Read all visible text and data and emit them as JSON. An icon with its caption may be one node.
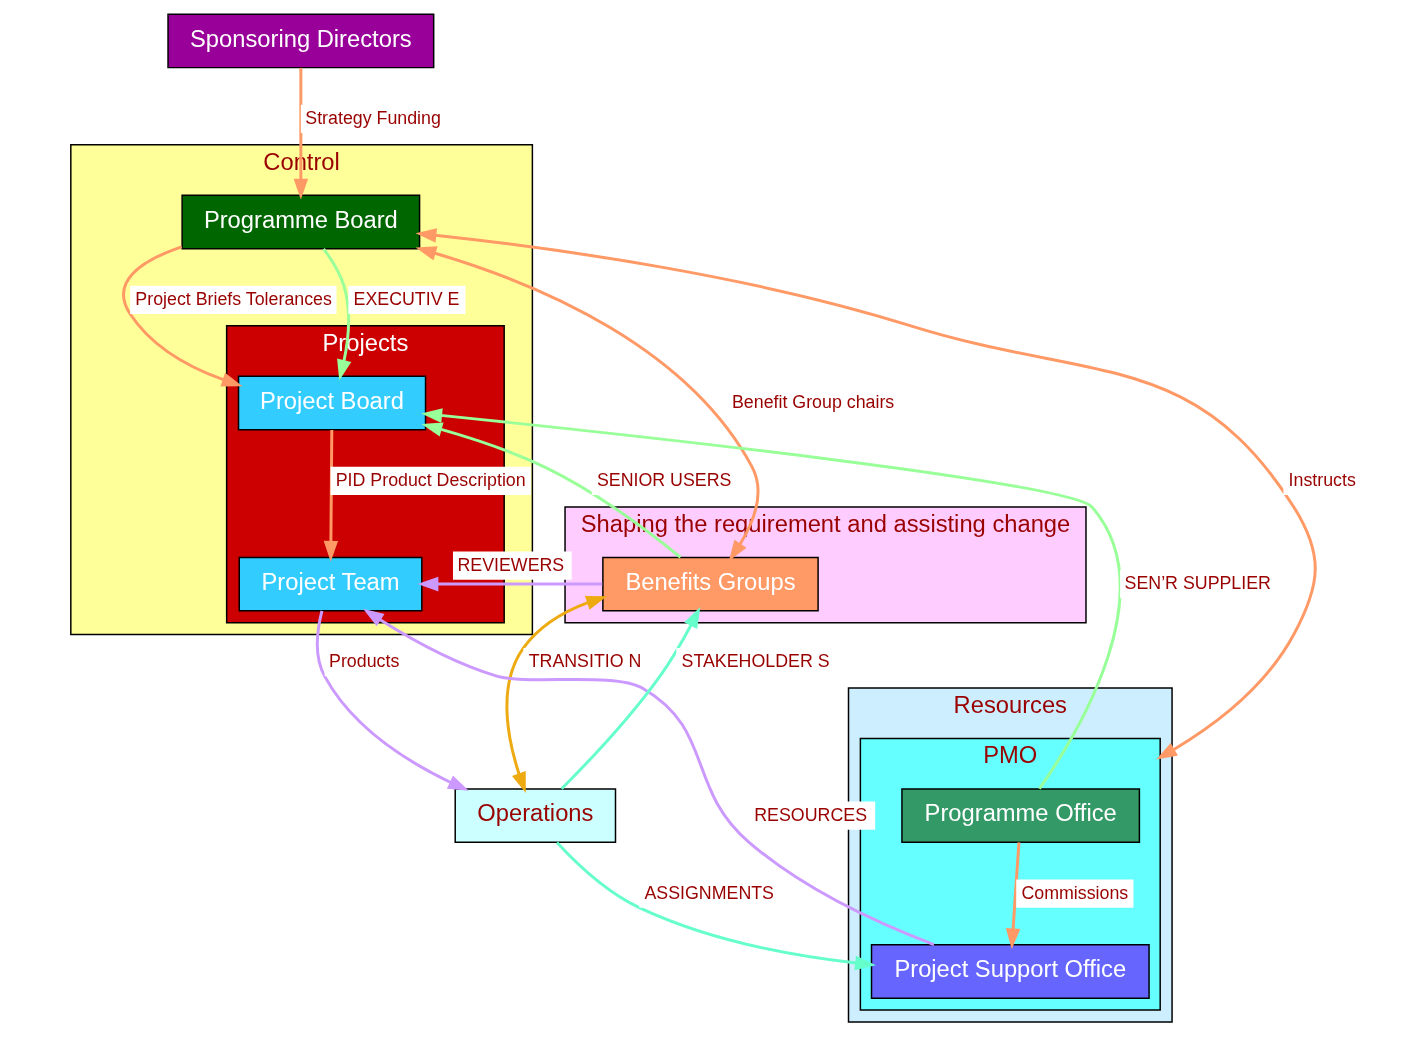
{
  "diagram": {
    "nodes": [
      {
        "text": [
          "Sponsoring Directors"
        ]
      },
      {
        "text": [
          "Shaping the requirement and assisting change"
        ]
      },
      {
        "text": [
          "Control"
        ]
      },
      {
        "text": [
          "Resources"
        ]
      },
      {
        "text": [
          "Benefits Groups"
        ],
        "in": 1
      },
      {
        "text": [
          "Programme Board"
        ],
        "in": 2
      },
      {
        "text": [
          "Projects"
        ],
        "in": 2
      },
      {
        "text": [
          "Project Board"
        ],
        "in": 6
      },
      {
        "text": [
          "Project Team"
        ],
        "in": 6
      },
      {
        "text": [
          "PMO"
        ],
        "in": 3
      },
      {
        "text": [
          "Programme Office"
        ],
        "in": 9
      },
      {
        "text": [
          "Project Support Office"
        ],
        "in": 9
      },
      {
        "text": [
          "Operations"
        ]
      }
    ],
    "edges": [
      {
        "from": 0,
        "to": 5,
        "arrow": "to",
        "label": "Strategy Funding"
      },
      {
        "from": 5,
        "to": 4,
        "arrow": "both",
        "label": "Benefit Group chairs"
      },
      {
        "from": 5,
        "to": 9,
        "arrow": "both",
        "label": "Instructs"
      },
      {
        "from": 5,
        "to": 7,
        "arrow": "to",
        "label": "Project Briefs Tolerances"
      },
      {
        "from": 5,
        "to": 7,
        "arrow": "to",
        "label": "EXECUTIV E",
        "color": "#99ff99"
      },
      {
        "from": 4,
        "to": 7,
        "arrow": "to",
        "label": "SENIOR USERS",
        "color": "#99ff99"
      },
      {
        "from": 10,
        "to": 7,
        "arrow": "to",
        "label": "SEN’R SUPPLIER",
        "color": "#99ff99"
      },
      {
        "from": 7,
        "to": 8,
        "arrow": "to",
        "label": "PID Product Description"
      },
      {
        "from": 4,
        "to": 8,
        "arrow": "to",
        "label": "REVIEWERS",
        "color": "#cc99ff"
      },
      {
        "from": 11,
        "to": 8,
        "arrow": "to",
        "label": "RESOURCES",
        "color": "#cc99ff"
      },
      {
        "from": 8,
        "to": 12,
        "arrow": "to",
        "label": "Products",
        "color": "#cc99ff"
      },
      {
        "from": 12,
        "to": 4,
        "arrow": "to",
        "label": "STAKEHOLDER S",
        "color": "#66ffcc"
      },
      {
        "from": 4,
        "to": 12,
        "arrow": "both",
        "label": "TRANSITIO N",
        "color": "#eeaa11"
      },
      {
        "from": 10,
        "to": 11,
        "arrow": "to",
        "label": "Commissions"
      },
      {
        "from": 12,
        "to": 11,
        "arrow": "to",
        "label": "ASSIGNMENTS",
        "color": "#66ffcc"
      }
    ]
  }
}
